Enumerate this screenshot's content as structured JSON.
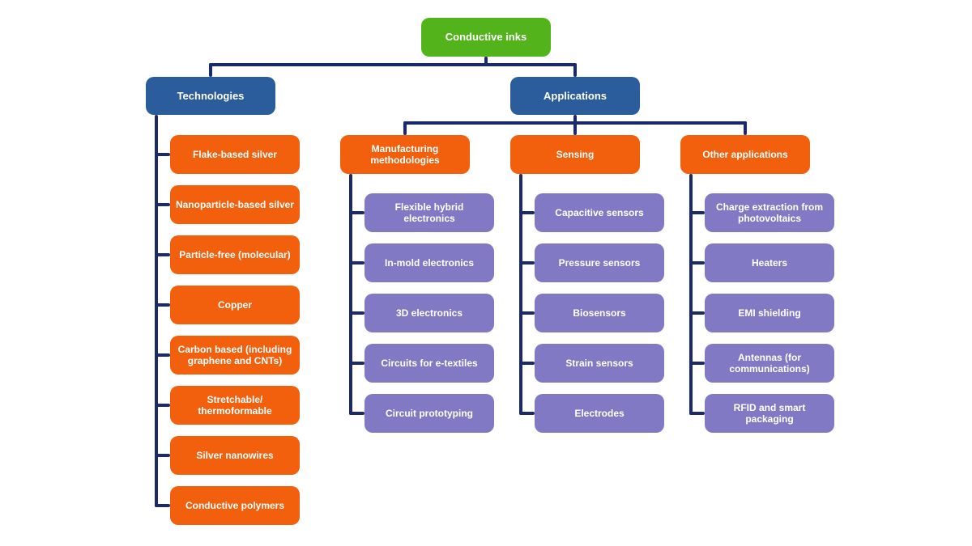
{
  "title": "Conductive inks hierarchy diagram",
  "colors": {
    "root_green": "#53b31a",
    "branch_blue": "#2b5d9c",
    "category_orange": "#f2600d",
    "leaf_purple": "#8279c4",
    "connector_navy": "#1b2a6b",
    "text_white": "#ffffff",
    "background": "#ffffff"
  },
  "root_label": "Conductive inks",
  "technologies": {
    "label": "Technologies",
    "items": [
      "Flake-based silver",
      "Nanoparticle-based silver",
      "Particle-free (molecular)",
      "Copper",
      "Carbon based (including graphene and CNTs)",
      "Stretchable/ thermoformable",
      "Silver nanowires",
      "Conductive polymers"
    ]
  },
  "applications": {
    "label": "Applications",
    "groups": [
      {
        "label": "Manufacturing methodologies",
        "items": [
          "Flexible hybrid electronics",
          "In-mold electronics",
          "3D electronics",
          "Circuits for e-textiles",
          "Circuit prototyping"
        ]
      },
      {
        "label": "Sensing",
        "items": [
          "Capacitive sensors",
          "Pressure sensors",
          "Biosensors",
          "Strain sensors",
          "Electrodes"
        ]
      },
      {
        "label": "Other applications",
        "items": [
          "Charge extraction from photovoltaics",
          "Heaters",
          "EMI shielding",
          "Antennas (for communications)",
          "RFID and smart packaging"
        ]
      }
    ]
  }
}
